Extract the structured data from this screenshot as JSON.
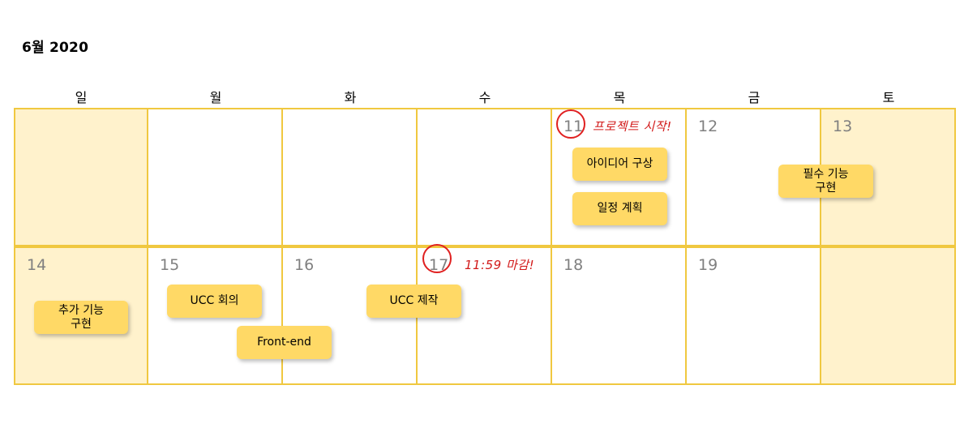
{
  "calendar": {
    "title": "6월 2020",
    "weekdays": [
      "일",
      "월",
      "화",
      "수",
      "목",
      "금",
      "토"
    ],
    "weeks": [
      [
        "",
        "",
        "",
        "",
        "11",
        "12",
        "13"
      ],
      [
        "14",
        "15",
        "16",
        "17",
        "18",
        "19",
        ""
      ]
    ],
    "events": [
      {
        "label": "아이디어 구상"
      },
      {
        "label": "일정 계획"
      },
      {
        "label": "필수 기능\n구현"
      },
      {
        "label": "추가 기능\n구현"
      },
      {
        "label": "UCC 회의"
      },
      {
        "label": "UCC 제작"
      },
      {
        "label": "Front-end"
      }
    ],
    "annotations": [
      {
        "text": "프로젝트 시작!"
      },
      {
        "text": "11:59 마감!"
      }
    ]
  },
  "colors": {
    "grid_line": "#f0c840",
    "weekend_fill": "#fff2cc",
    "event_fill": "#ffd966",
    "annotation": "#d21a1a"
  }
}
